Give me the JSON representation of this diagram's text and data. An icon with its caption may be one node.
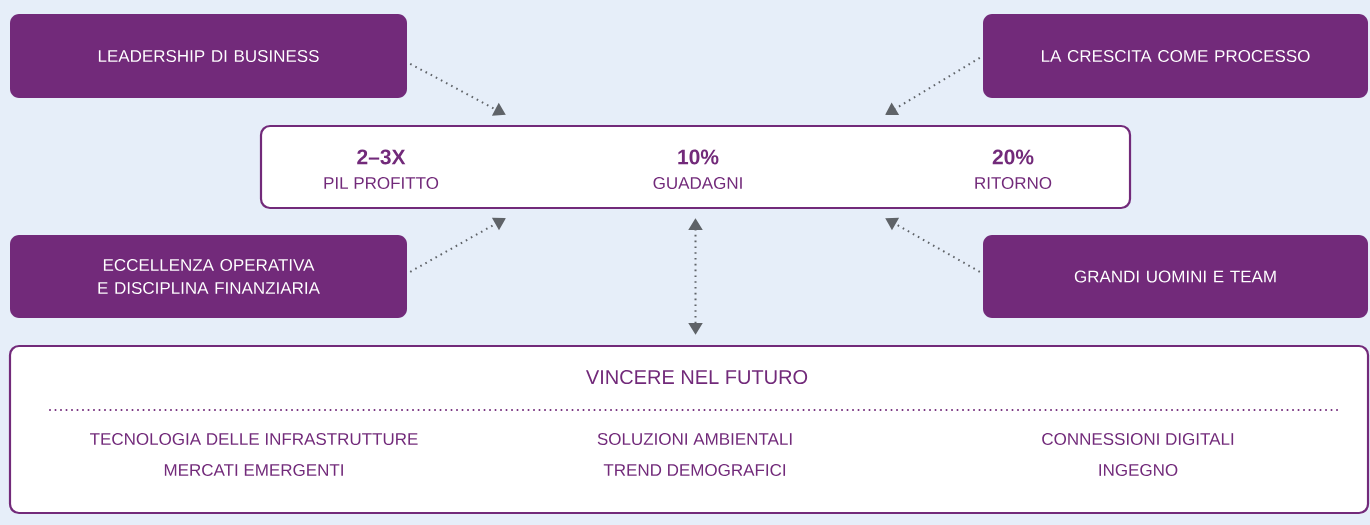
{
  "diagram": {
    "nodes": [
      {
        "text": [
          "LEADERSHIP DI BUSINESS"
        ]
      },
      {
        "text": [
          "LA CRESCITA COME PROCESSO"
        ]
      },
      {
        "text": [
          "2–3X",
          "PIL PROFITTO",
          "10%",
          "GUADAGNI",
          "20%",
          "RITORNO"
        ]
      },
      {
        "text": [
          "ECCELLENZA OPERATIVA E DISCIPLINA FINANZIARIA"
        ]
      },
      {
        "text": [
          "GRANDI UOMINI E TEAM"
        ]
      },
      {
        "text": [
          "VINCERE NEL FUTURO",
          "TECNOLOGIA DELLE INFRASTRUTTURE",
          "MERCATI EMERGENTI",
          "SOLUZIONI AMBIENTALI",
          "TREND DEMOGRAFICI",
          "CONNESSIONI DIGITALI",
          "INGEGNO"
        ]
      }
    ],
    "edges": [
      {
        "from": 0,
        "to": 2,
        "arrow": "to"
      },
      {
        "from": 1,
        "to": 2,
        "arrow": "to"
      },
      {
        "from": 3,
        "to": 2,
        "arrow": "to"
      },
      {
        "from": 4,
        "to": 2,
        "arrow": "to"
      },
      {
        "from": 5,
        "to": 2,
        "arrow": "both"
      }
    ]
  }
}
